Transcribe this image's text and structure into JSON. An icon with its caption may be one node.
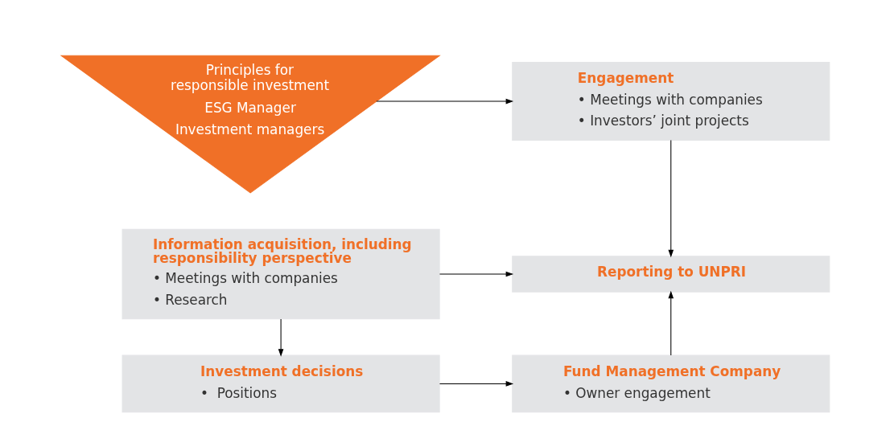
{
  "diagram": {
    "nodes": [
      {
        "text": [
          "Principles for responsible investment",
          "ESG Manager",
          "Investment managers"
        ]
      },
      {
        "text": [
          "Engagement",
          "• Meetings with companies",
          "• Investors’ joint projects"
        ]
      },
      {
        "text": [
          "Reporting to UNPRI"
        ]
      },
      {
        "text": [
          "Information acquisition, including responsibility perspective",
          "• Meetings with companies",
          "• Research"
        ]
      },
      {
        "text": [
          "Investment decisions",
          "•  Positions"
        ]
      },
      {
        "text": [
          "Fund Management Company",
          "• Owner engagement"
        ]
      }
    ],
    "edges": [
      {
        "from": 0,
        "to": 1,
        "arrow": "to"
      },
      {
        "from": 1,
        "to": 2,
        "arrow": "to"
      },
      {
        "from": 3,
        "to": 2,
        "arrow": "to"
      },
      {
        "from": 3,
        "to": 4,
        "arrow": "to"
      },
      {
        "from": 4,
        "to": 5,
        "arrow": "to"
      },
      {
        "from": 5,
        "to": 2,
        "arrow": "to"
      }
    ]
  }
}
